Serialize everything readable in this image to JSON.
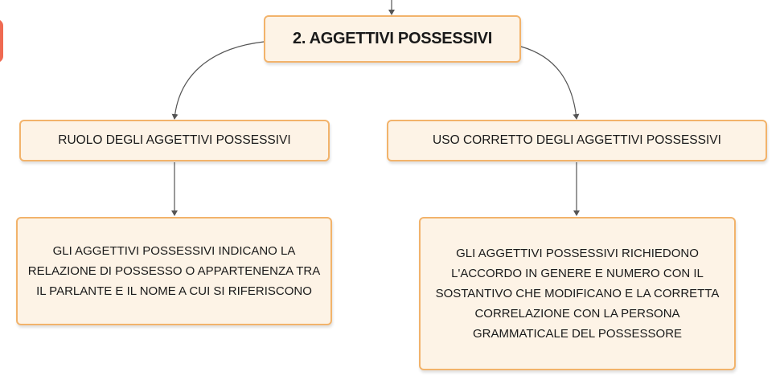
{
  "map": {
    "root": {
      "label": "2. AGGETTIVI POSSESSIVI"
    },
    "left": {
      "label": "RUOLO DEGLI AGGETTIVI POSSESSIVI",
      "detail": "GLI AGGETTIVI POSSESSIVI INDICANO LA RELAZIONE DI POSSESSO O APPARTENENZA TRA IL PARLANTE E IL NOME A CUI SI RIFERISCONO"
    },
    "right": {
      "label": "USO CORRETTO DEGLI AGGETTIVI POSSESSIVI",
      "detail": "GLI AGGETTIVI POSSESSIVI RICHIEDONO L'ACCORDO IN GENERE E NUMERO CON IL SOSTANTIVO CHE MODIFICANO E LA CORRETTA CORRELAZIONE CON LA PERSONA GRAMMATICALE DEL POSSESSORE"
    }
  },
  "colors": {
    "node_fill": "#fdf3e6",
    "node_border": "#f2b36b",
    "connector": "#555555",
    "side_tab": "#ef6a52"
  }
}
